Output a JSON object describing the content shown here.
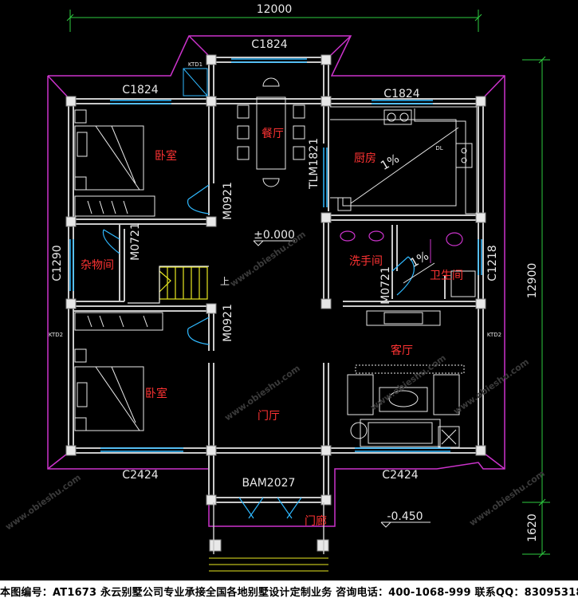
{
  "dimensions": {
    "top_total": "12000",
    "right_main": "12900",
    "right_porch": "1620"
  },
  "windows": {
    "top_center": "C1824",
    "top_left": "C1824",
    "top_right": "C1824",
    "left_storage": "C1290",
    "right_bath": "C1218",
    "bottom_left": "C2424",
    "bottom_right": "C2424",
    "kitchen_door": "TLM1821"
  },
  "doors": {
    "bedroom_upper": "M0921",
    "storage": "M0721",
    "bedroom_lower": "M0921",
    "washroom": "M0721",
    "entry": "BAM2027"
  },
  "ac_tags": {
    "top": "KTD1",
    "left": "KTD2",
    "right": "KTD2"
  },
  "rooms": {
    "bedroom_upper": "卧室",
    "dining": "餐厅",
    "kitchen": "厨房",
    "storage": "杂物间",
    "washroom": "洗手间",
    "bathroom": "卫生间",
    "living": "客厅",
    "bedroom_lower": "卧室",
    "foyer": "门厅",
    "porch": "门廊"
  },
  "levels": {
    "main": "±0.000",
    "porch": "-0.450",
    "stair_up": "上"
  },
  "slopes": {
    "kitchen": "1%",
    "bathroom": "1%",
    "drain": "DL"
  },
  "watermark": "www.obieshu.com",
  "footer": "本图编号：AT1673  永云别墅公司专业承接全国各地别墅设计定制业务  咨询电话：400-1068-999  联系QQ：83095318",
  "colors": {
    "wall": "#c9c9c9",
    "roof": "#cc33cc",
    "dim": "#2ecc40",
    "window": "#2fb9ff",
    "door": "#2fb9ff",
    "room_label": "#ff3333",
    "furniture": "#e8e8e8",
    "stairs": "#e8e820",
    "background": "#000000"
  }
}
